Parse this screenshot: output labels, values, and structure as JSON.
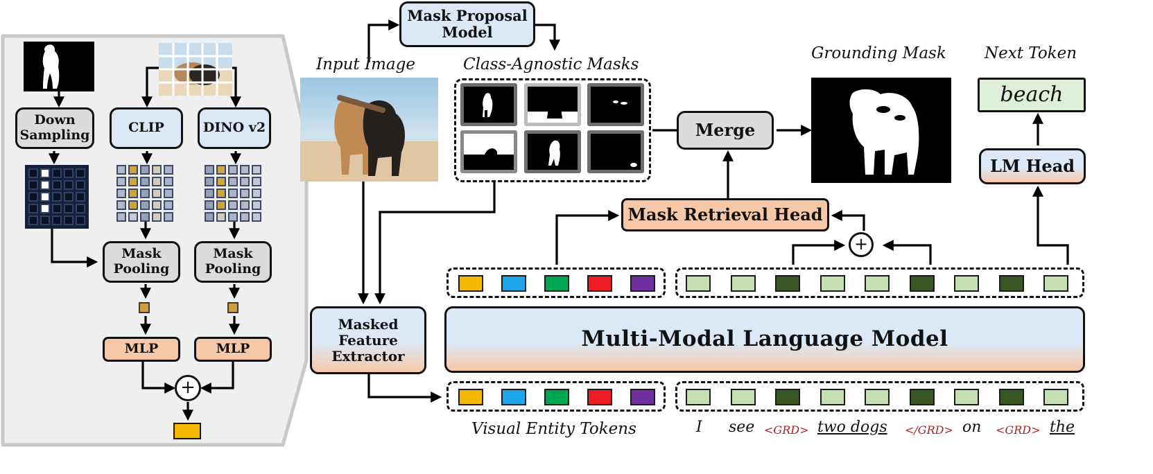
{
  "labels": {
    "mask_proposal": "Mask Proposal Model",
    "input_image": "Input Image",
    "class_agnostic": "Class-Agnostic Masks",
    "grounding_mask": "Grounding Mask",
    "next_token": "Next Token",
    "next_token_value": "beach",
    "merge": "Merge",
    "lm_head": "LM Head",
    "mask_retrieval": "Mask Retrieval Head",
    "masked_feature": "Masked Feature Extractor",
    "mllm": "Multi-Modal Language Model",
    "visual_entity_tokens": "Visual Entity Tokens",
    "down_sampling": "Down Sampling",
    "clip": "CLIP",
    "dino": "DINO v2",
    "mask_pooling_1": "Mask Pooling",
    "mask_pooling_2": "Mask Pooling",
    "mlp_1": "MLP",
    "mlp_2": "MLP",
    "plus": "+"
  },
  "sentence": {
    "w1": "I",
    "w2": "see",
    "w3": "<GRD>",
    "w4": "two dogs",
    "w5": "</GRD>",
    "w6": "on",
    "w7": "<GRD>",
    "w8": "the"
  },
  "colors": {
    "entity_1": "#f5b800",
    "entity_2": "#1ea7e8",
    "entity_3": "#00a651",
    "entity_4": "#ee1c24",
    "entity_5": "#7030a0",
    "text_light": "#c5e0b4",
    "text_dark": "#385723",
    "blue_box": "#dce8f6",
    "orange_box": "#f7c8a8",
    "gray_box": "#dcdcdc"
  }
}
